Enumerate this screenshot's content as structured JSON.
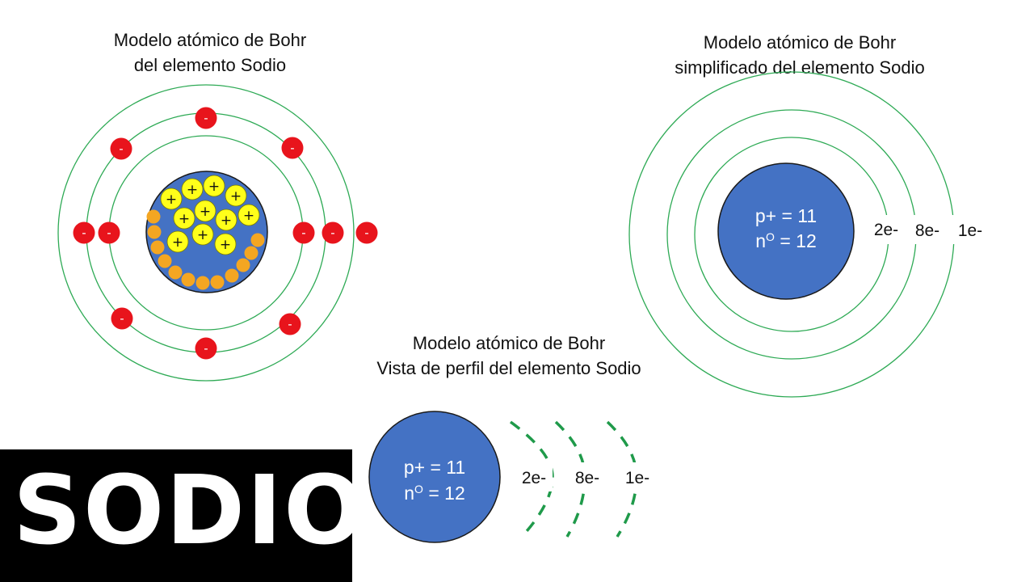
{
  "titles": {
    "bohr_full": {
      "line1": "Modelo atómico de Bohr",
      "line2": "del elemento Sodio"
    },
    "bohr_simplified": {
      "line1": "Modelo atómico de Bohr",
      "line2": "simplificado del elemento Sodio"
    },
    "bohr_profile": {
      "line1": "Modelo atómico de Bohr",
      "line2": "Vista de perfil del elemento Sodio"
    }
  },
  "banner": {
    "text": "SODIO"
  },
  "nucleus": {
    "protons_label": "p+ = 11",
    "neutrons_prefix": "n",
    "neutrons_sup": "O",
    "neutrons_suffix": " = 12"
  },
  "shells": [
    {
      "label": "2e-",
      "electrons": 2
    },
    {
      "label": "8e-",
      "electrons": 8
    },
    {
      "label": "1e-",
      "electrons": 1
    }
  ],
  "symbols": {
    "electron": "-",
    "proton": "+"
  },
  "counts": {
    "protons": 11,
    "neutrons": 12
  },
  "colors": {
    "orbit": "#2eaa55",
    "orbit_dashed": "#1f9a4a",
    "electron": "#e8141c",
    "proton": "#ffff1a",
    "neutron": "#f4a622",
    "nucleus": "#4472c4"
  }
}
